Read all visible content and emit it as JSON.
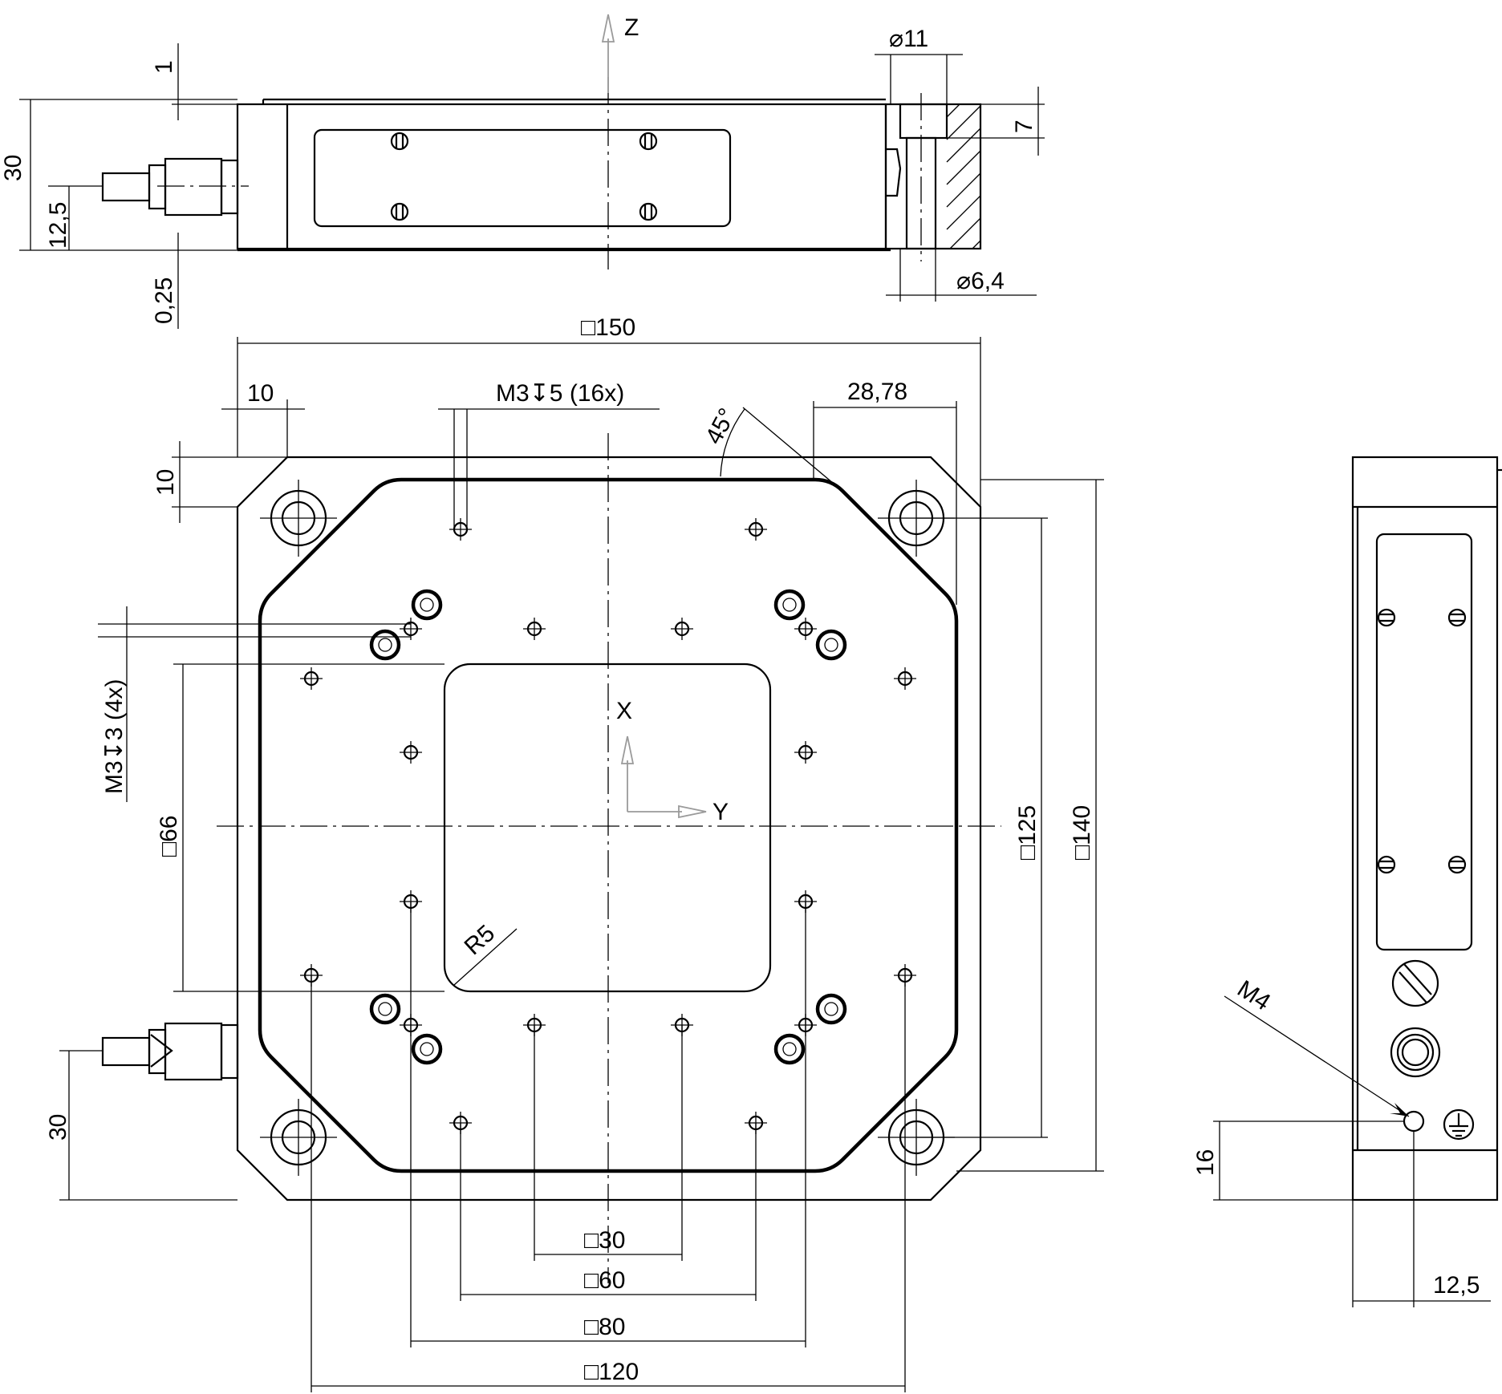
{
  "drawing": {
    "axes": {
      "z": "Z",
      "x": "X",
      "y": "Y"
    },
    "symbols": {
      "square": "□",
      "diameter": "⌀",
      "depth": "↧"
    },
    "side_view": {
      "dims": {
        "thickness_top": "1",
        "height_total": "30",
        "connector_height": "12,5",
        "gap_bottom": "0,25",
        "counterbore_dia": "11",
        "counterbore_depth": "7",
        "through_hole_dia": "6,4"
      }
    },
    "top_view": {
      "dims": {
        "outer_square": "150",
        "chamfer_x": "10",
        "chamfer_y": "10",
        "thread_top": "M3↧5 (16x)",
        "corner_offset": "28,78",
        "angle": "45°",
        "thread_left": "M3↧3 (4x)",
        "aperture": "66",
        "radius": "R5",
        "square_125": "125",
        "square_140": "140",
        "connector_offset": "30",
        "pattern_30": "30",
        "pattern_60": "60",
        "pattern_80": "80",
        "pattern_120": "120"
      }
    },
    "end_view": {
      "dims": {
        "ground_thread": "M4",
        "ground_height": "16",
        "offset": "12,5"
      }
    }
  }
}
